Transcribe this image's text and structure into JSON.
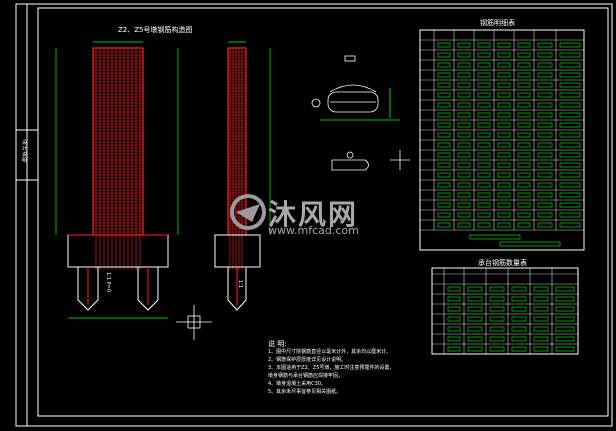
{
  "drawing": {
    "main_title": "Z2、Z5号墩钢筋构造图",
    "table1_title": "钢筋明细表",
    "table2_title": "承台钢筋数量表",
    "notes_heading": "说 明:",
    "notes": [
      "1、图中尺寸除钢筋直径以毫米计外，其余均以厘米计。",
      "2、钢筋保护层厚度详见设计说明。",
      "3、本图适用于Z2、Z5号墩，施工时注意预埋件的设置，",
      "   墩身钢筋与承台钢筋应焊接牢固，",
      "4、墩身混凝土采用C30。",
      "5、其余未尽事宜参见相关图纸。"
    ],
    "side_stamp": "设计说明",
    "dim_label_left": "1:1 P=0",
    "dim_label_right": "1:1"
  },
  "watermark": {
    "brand": "沐风网",
    "url": "www.mfcad.com"
  },
  "colors": {
    "background": "#000000",
    "frame": "#ffffff",
    "rebar": "#ff2020",
    "dimension": "#00ff00",
    "table_line": "#ffff00",
    "cyan": "#00ffff",
    "watermark": "#b0b0b0"
  }
}
